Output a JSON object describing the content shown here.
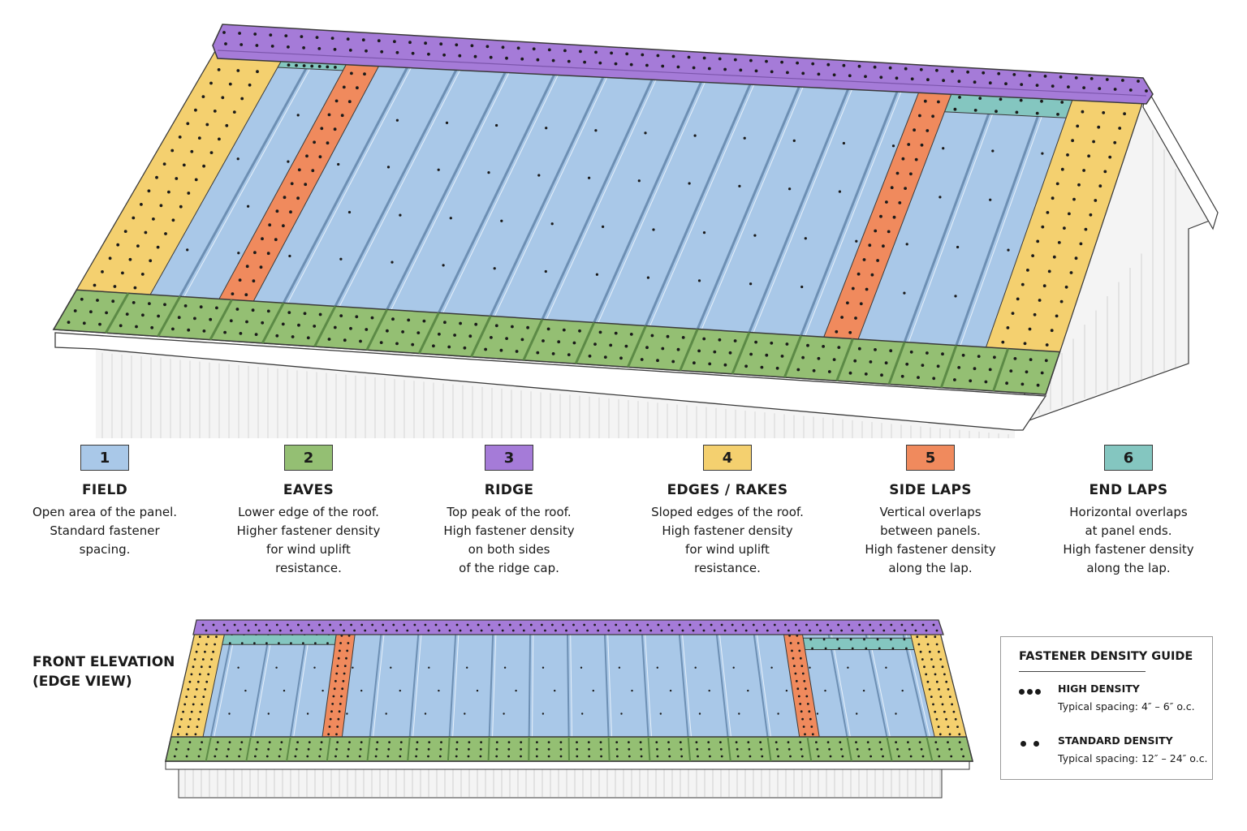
{
  "zones": [
    {
      "number": "1",
      "name": "FIELD",
      "description": "Open area of the panel.\nStandard fastener\nspacing.",
      "color": "#a9c8e8"
    },
    {
      "number": "2",
      "name": "EAVES",
      "description": "Lower edge of the roof.\nHigher fastener density\nfor wind uplift\nresistance.",
      "color": "#94bf73"
    },
    {
      "number": "3",
      "name": "RIDGE",
      "description": "Top peak of the roof.\nHigh fastener density\non both sides\nof the ridge cap.",
      "color": "#a57bd8"
    },
    {
      "number": "4",
      "name": "EDGES / RAKES",
      "description": "Sloped edges of the roof.\nHigh fastener density\nfor wind uplift\nresistance.",
      "color": "#f4d06f"
    },
    {
      "number": "5",
      "name": "SIDE LAPS",
      "description": "Vertical overlaps\nbetween panels.\nHigh fastener density\nalong the lap.",
      "color": "#f08a5d"
    },
    {
      "number": "6",
      "name": "END LAPS",
      "description": "Horizontal overlaps\nat panel ends.\nHigh fastener density\nalong the lap.",
      "color": "#84c6c0"
    }
  ],
  "front_elevation": {
    "label": "FRONT ELEVATION\n(EDGE VIEW)"
  },
  "density_guide": {
    "title": "FASTENER DENSITY GUIDE",
    "high": {
      "label": "HIGH DENSITY",
      "spacing": "Typical spacing: 4″ – 6″ o.c.",
      "dots": 3
    },
    "standard": {
      "label": "STANDARD DENSITY",
      "spacing": "Typical spacing: 12″ – 24″ o.c.",
      "dots": 2
    }
  },
  "colors": {
    "outline": "#3a3a3a",
    "fastener": "#1a1a1a",
    "wall": "#f4f4f4",
    "fascia": "#ffffff"
  }
}
